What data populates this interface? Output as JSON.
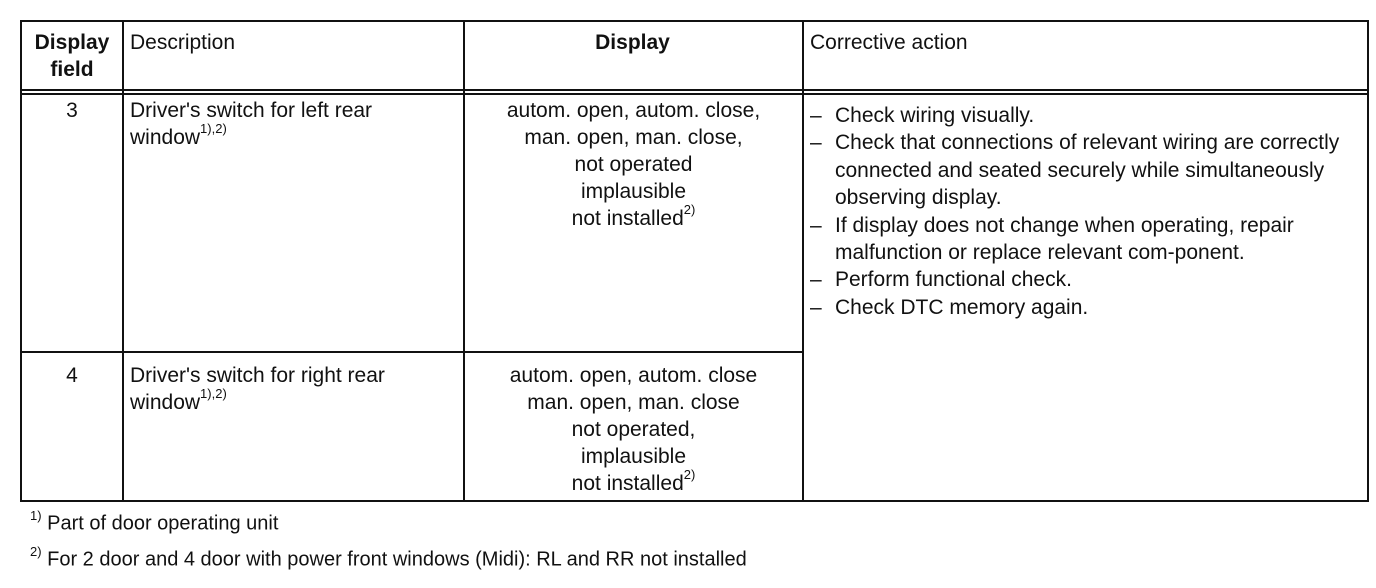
{
  "table": {
    "headers": {
      "display_field": [
        "Display",
        "field"
      ],
      "description": "Description",
      "display": "Display",
      "corrective_action": "Corrective action"
    },
    "rows": [
      {
        "field": "3",
        "description_lines": [
          "Driver's switch for left rear",
          "window"
        ],
        "description_sup": "1),2)",
        "display_lines": [
          "autom. open, autom. close,",
          "man. open, man. close,",
          "not operated",
          "implausible",
          "not installed"
        ],
        "display_sup": "2)"
      },
      {
        "field": "4",
        "description_lines": [
          "Driver's switch for right rear",
          "window"
        ],
        "description_sup": "1),2)",
        "display_lines": [
          "autom. open, autom. close",
          "man. open, man. close",
          "not operated,",
          "implausible",
          "not installed"
        ],
        "display_sup": "2)"
      }
    ],
    "corrective_action_items": [
      "Check wiring visually.",
      "Check that connections of relevant wiring are correctly connected and seated securely while simultaneously observing display.",
      "If display does not change when operating, repair malfunction or replace relevant com-ponent.",
      "Perform functional check.",
      "Check DTC memory again."
    ]
  },
  "footnotes": [
    {
      "mark": "1)",
      "text": "Part of door operating unit"
    },
    {
      "mark": "2)",
      "text": "For 2 door and 4 door with power front windows (Midi):  RL and RR not installed"
    }
  ]
}
